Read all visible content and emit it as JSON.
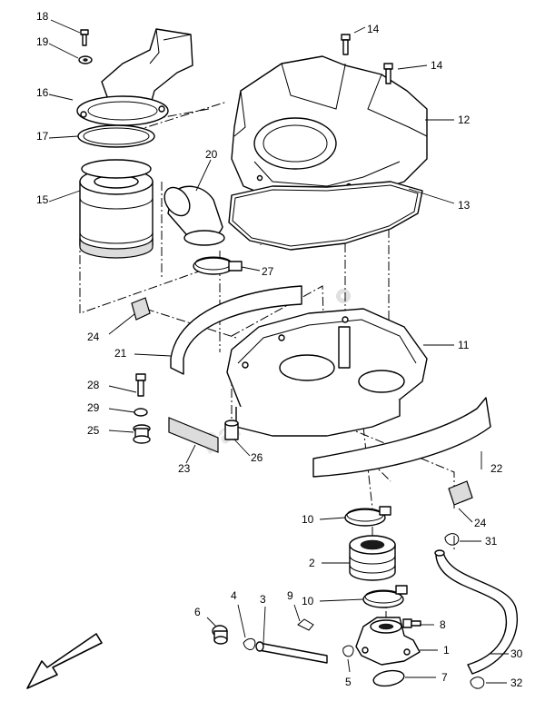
{
  "watermark": "PartsRepublik",
  "callouts": {
    "c1": "1",
    "c2": "2",
    "c3": "3",
    "c4": "4",
    "c5": "5",
    "c6": "6",
    "c7": "7",
    "c8": "8",
    "c9": "9",
    "c10a": "10",
    "c10b": "10",
    "c11": "11",
    "c12": "12",
    "c13": "13",
    "c14a": "14",
    "c14b": "14",
    "c15": "15",
    "c16": "16",
    "c17": "17",
    "c18": "18",
    "c19": "19",
    "c20": "20",
    "c21": "21",
    "c22": "22",
    "c23": "23",
    "c24a": "24",
    "c24b": "24",
    "c25": "25",
    "c26": "26",
    "c27": "27",
    "c28": "28",
    "c29": "29",
    "c30": "30",
    "c31": "31",
    "c32": "32"
  },
  "direction_arrow": "front-arrow-icon"
}
